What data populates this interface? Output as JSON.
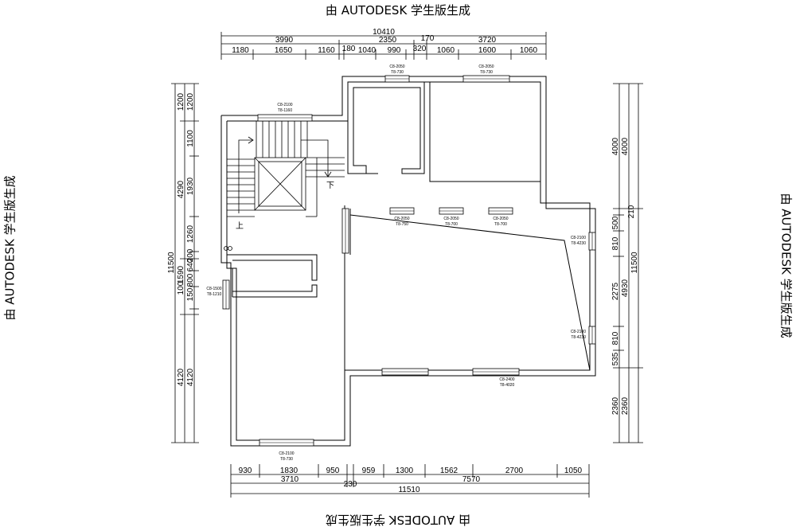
{
  "watermark": "由 AUTODESK 学生版生成",
  "top_dims": {
    "total": "10410",
    "row2": [
      "3990",
      "2350",
      "170",
      "3720"
    ],
    "row3": [
      "1180",
      "1650",
      "1160",
      "180",
      "1040",
      "990",
      "320",
      "1060",
      "1600",
      "1060"
    ]
  },
  "bottom_dims": {
    "row1": [
      "930",
      "1830",
      "950",
      "959",
      "1300",
      "1562",
      "2700",
      "1050"
    ],
    "row2": [
      "3710",
      "230",
      "7570"
    ],
    "total": "11510"
  },
  "left_dims": {
    "outer": "11500",
    "row2": [
      "1200",
      "4290",
      "100",
      "4120"
    ],
    "row3": [
      "1200",
      "1100",
      "1930",
      "1260",
      "200",
      "640",
      "1590",
      "800",
      "150",
      "4120"
    ]
  },
  "right_dims": {
    "outer": "11500",
    "row2": [
      "4000",
      "4930",
      "2360"
    ],
    "row3": [
      "4000",
      "210",
      "500",
      "810",
      "2275",
      "810",
      "535",
      "2360"
    ]
  },
  "windows": [
    {
      "line1": "C8-2050",
      "line2": "T8-730"
    },
    {
      "line1": "C8-2050",
      "line2": "T8-730"
    },
    {
      "line1": "C8-2100",
      "line2": "T8-1160"
    },
    {
      "line1": "C8-2050",
      "line2": "T8-750"
    },
    {
      "line1": "C8-2050",
      "line2": "T8-700"
    },
    {
      "line1": "C8-2050",
      "line2": "T8-700"
    },
    {
      "line1": "C8-2100",
      "line2": "T8-4230"
    },
    {
      "line1": "C8-2100",
      "line2": "T8-4230"
    },
    {
      "line1": "C8-1500",
      "line2": "T8-1210"
    },
    {
      "line1": "C8-2400",
      "line2": "T8-4020"
    },
    {
      "line1": "C8-2100",
      "line2": "T8-730"
    }
  ],
  "stair": {
    "up_label": "上",
    "down_label": "下"
  }
}
